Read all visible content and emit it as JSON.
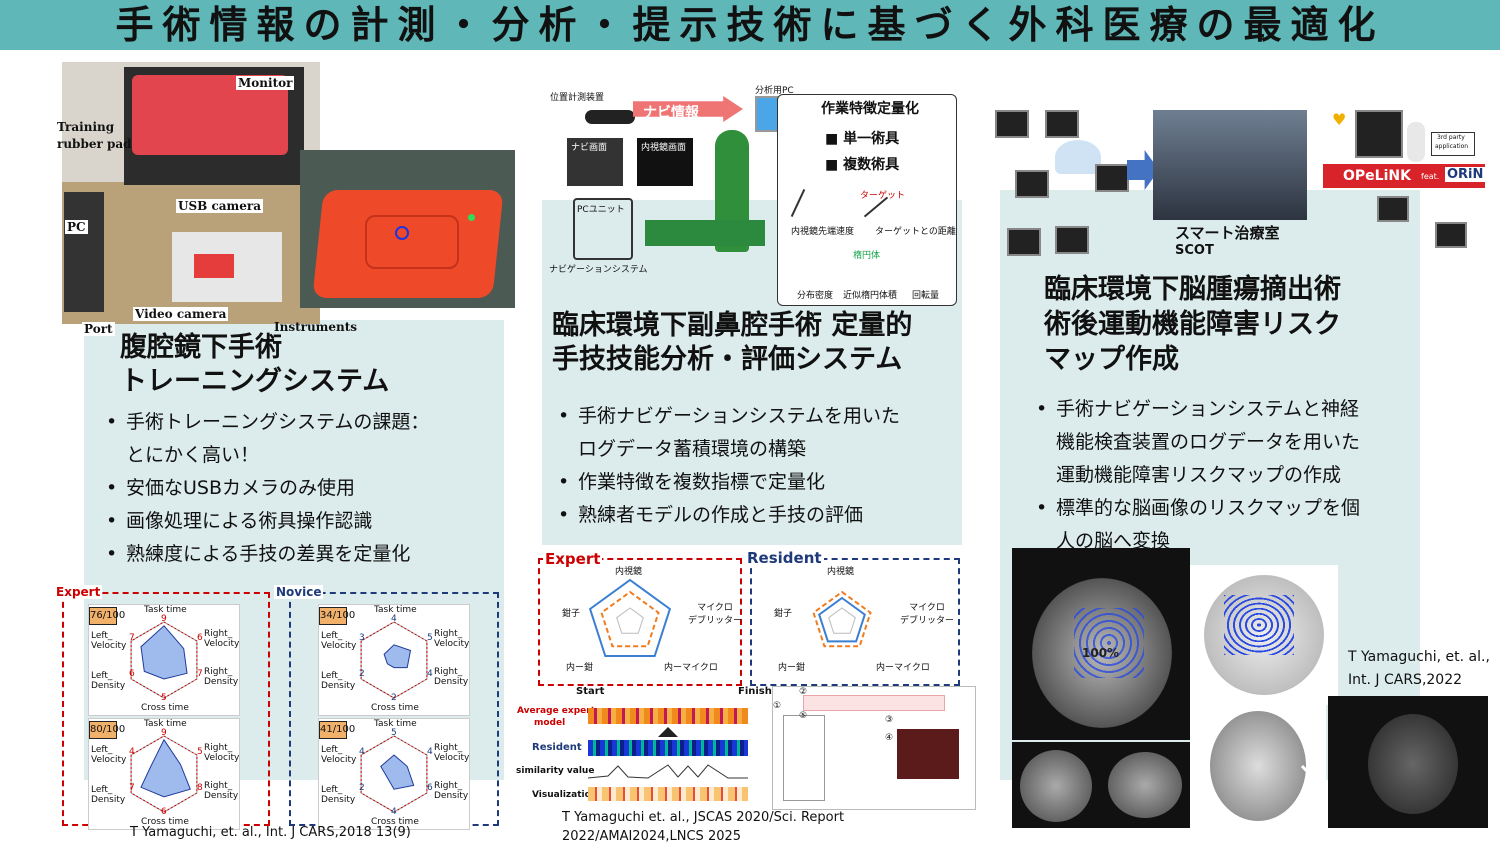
{
  "title": "手術情報の計測・分析・提示技術に基づく外科医療の最適化",
  "panel1": {
    "title_l1": "腹腔鏡下手術",
    "title_l2": "トレーニングシステム",
    "photo_labels": {
      "monitor": "Monitor",
      "pad_l1": "Training",
      "pad_l2": "rubber pad",
      "usb": "USB camera",
      "pc": "PC",
      "port": "Port",
      "video": "Video camera",
      "instruments": "Instruments"
    },
    "bullets": [
      "手術トレーニングシステムの課題：",
      "とにかく高い！",
      "安価なUSBカメラのみ使用",
      "画像処理による術具操作認識",
      "熟練度による手技の差異を定量化"
    ],
    "expert_label": "Expert",
    "novice_label": "Novice",
    "radar_axes": {
      "top": "Task time",
      "rt": "Right_",
      "rt2": "Velocity",
      "rb": "Right_",
      "rb2": "Density",
      "bottom": "Cross time",
      "lb": "Left_",
      "lb2": "Density",
      "lt": "Left_",
      "lt2": "Velocity"
    },
    "radars": [
      {
        "score": "76",
        "denom": "100",
        "vals": [
          "9",
          "6",
          "7",
          "5",
          "6",
          "7"
        ],
        "group": "expert"
      },
      {
        "score": "34",
        "denom": "100",
        "vals": [
          "4",
          "5",
          "4",
          "2",
          "2",
          "3"
        ],
        "group": "novice"
      },
      {
        "score": "80",
        "denom": "100",
        "vals": [
          "9",
          "5",
          "8",
          "6",
          "7",
          "4"
        ],
        "group": "expert"
      },
      {
        "score": "41",
        "denom": "100",
        "vals": [
          "5",
          "4",
          "6",
          "4",
          "2",
          "4"
        ],
        "group": "novice"
      }
    ],
    "cite": "T Yamaguchi, et. al., Int. J CARS,2018 13(9)"
  },
  "panel2": {
    "diagram": {
      "device": "位置計測装置",
      "navi": "ナビ情報",
      "pc": "分析用PC",
      "feature_title": "作業特徴定量化",
      "single": "単一術具",
      "multi": "複数術具",
      "navi_screen": "ナビ画面",
      "endo_screen": "内視鏡画面",
      "pc_unit": "PCユニット",
      "nav_system": "ナビゲーションシステム",
      "target": "ターゲット",
      "tip_speed": "内視鏡先端速度",
      "target_dist": "ターゲットとの距離",
      "density": "分布密度",
      "ellipsoid": "近似楕円体積",
      "rotation": "回転量",
      "ellipse_tag": "楕円体"
    },
    "title_l1": "臨床環境下副鼻腔手術 定量的",
    "title_l2": "手技技能分析・評価システム",
    "bullets": [
      "手術ナビゲーションシステムを用いた",
      "ログデータ蓄積環境の構築",
      "作業特徴を複数指標で定量化",
      "熟練者モデルの作成と手技の評価"
    ],
    "expert_label": "Expert",
    "resident_label": "Resident",
    "radar_axes": {
      "top": "内視鏡",
      "rt1": "マイクロ",
      "rt2": "デブリッター",
      "rb": "内ーマイクロ",
      "lb": "内ー鉗",
      "lt": "鉗子"
    },
    "timeline": {
      "start": "Start",
      "finish": "Finish",
      "avg_l1": "Average expert",
      "avg_l2": "model",
      "resident": "Resident",
      "similarity": "similarity value",
      "visual": "Visualization"
    },
    "ui_nums": [
      "①",
      "②",
      "③",
      "④",
      "⑤"
    ],
    "cite_l1": "T Yamaguchi et. al., JSCAS 2020/Sci. Report",
    "cite_l2": "2022/AMAI2024,LNCS 2025"
  },
  "panel3": {
    "scot_l1": "スマート治療室",
    "scot_l2": "SCOT",
    "opelink": "OPeLiNK",
    "feat": "feat.",
    "orin": "ORiN",
    "third_l1": "3rd party",
    "third_l2": "application",
    "title_l1": "臨床環境下脳腫瘍摘出術",
    "title_l2": "術後運動機能障害リスク",
    "title_l3": "マップ作成",
    "bullets": [
      "手術ナビゲーションシステムと神経",
      "機能検査装置のログデータを用いた",
      "運動機能障害リスクマップの作成",
      "標準的な脳画像のリスクマップを個",
      "人の脳へ変換"
    ],
    "percent": "100%",
    "cite_l1": "T Yamaguchi, et. al.,",
    "cite_l2": "Int. J CARS,2022"
  },
  "colors": {
    "title_bar": "#5fb7b7",
    "panel_bg": "#dcecec",
    "expert": "#cc0000",
    "novice": "#1f3a7a",
    "orange": "#f1b16a"
  }
}
